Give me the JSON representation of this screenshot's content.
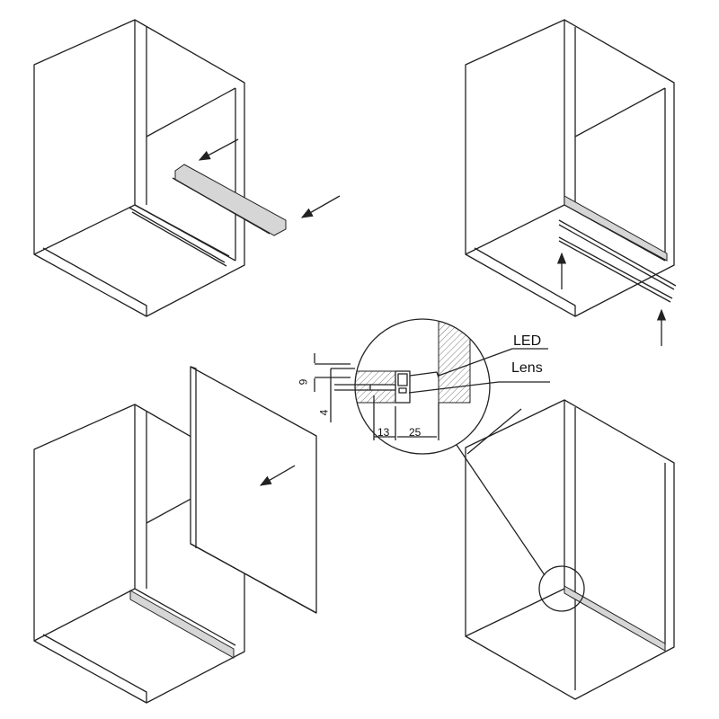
{
  "callouts": {
    "led": "LED",
    "lens": "Lens"
  },
  "dimensions": {
    "height_upper": "9",
    "height_lower": "4",
    "offset": "13",
    "depth": "25"
  },
  "colors": {
    "line": "#222222",
    "strip": "#d6d6d6"
  }
}
